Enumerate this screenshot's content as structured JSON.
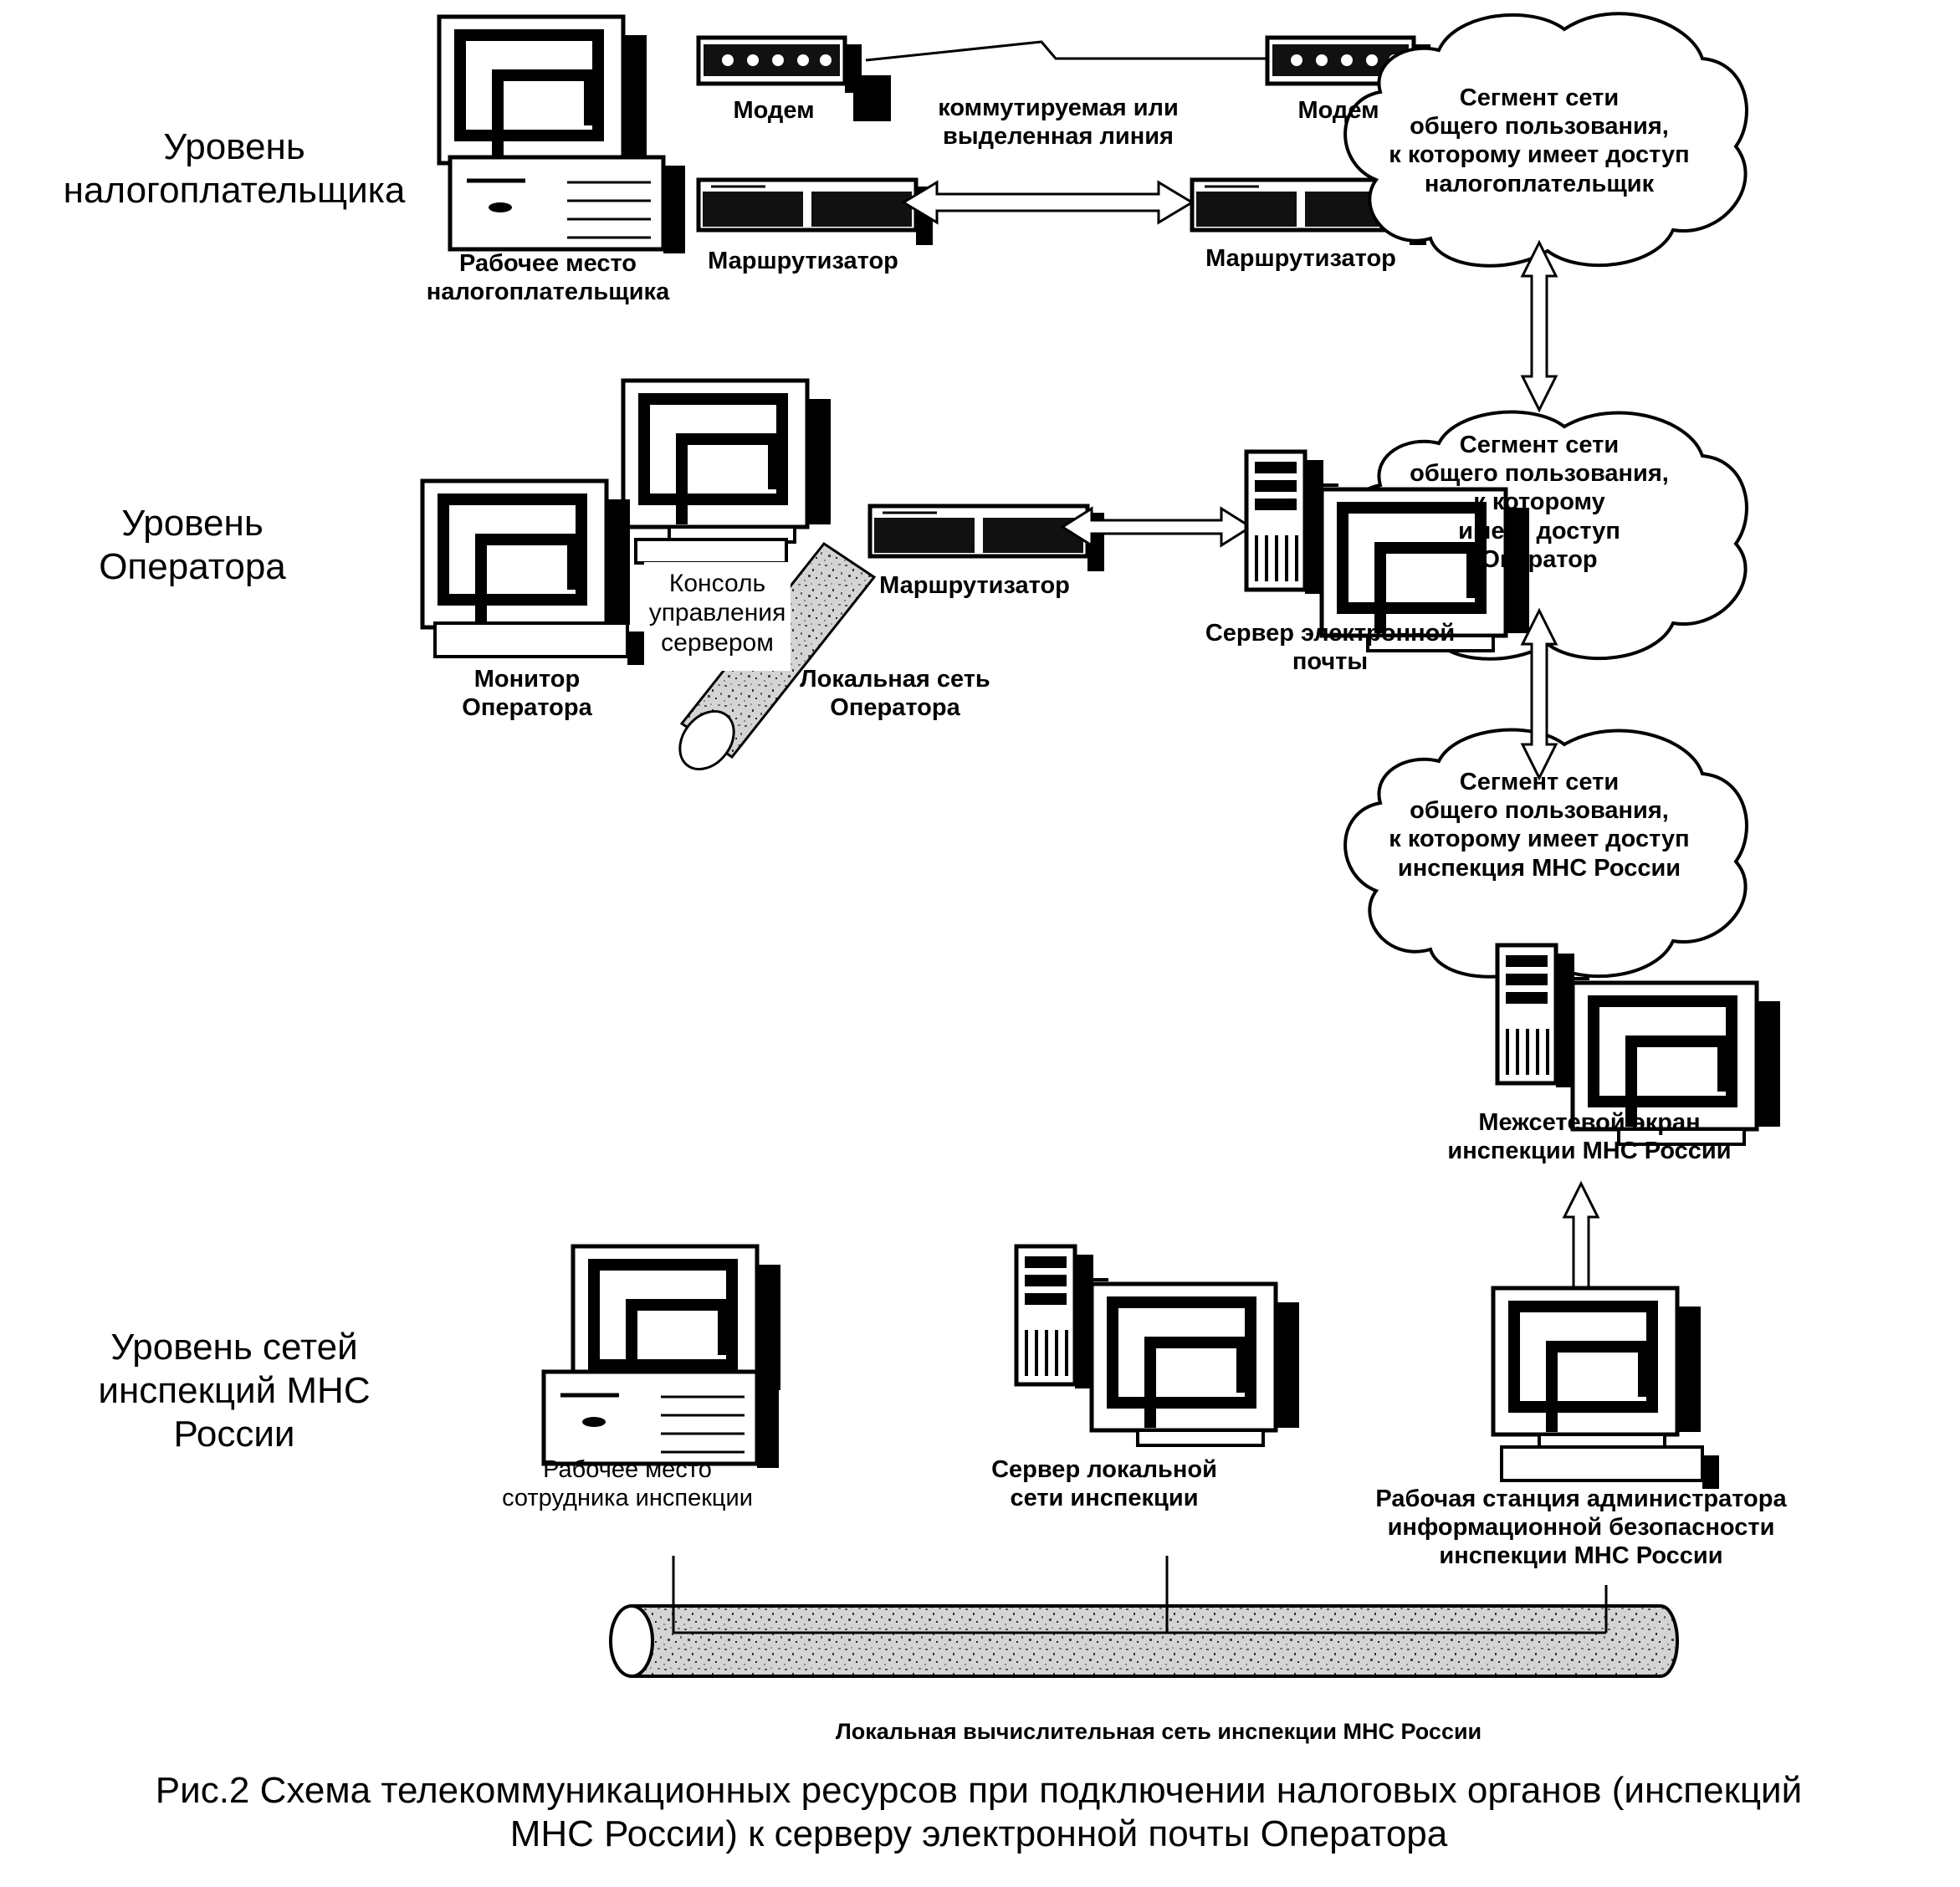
{
  "levels": {
    "taxpayer": [
      "Уровень",
      "налогоплательщика"
    ],
    "operator": [
      "Уровень",
      "Оператора"
    ],
    "inspection": [
      "Уровень сетей",
      "инспекций МНС",
      "России"
    ]
  },
  "labels": {
    "modem_left": "Модем",
    "modem_right": "Модем",
    "line": [
      "коммутируемая или",
      "выделенная линия"
    ],
    "router_left": "Маршрутизатор",
    "router_right": "Маршрутизатор",
    "taxpayer_workstation": [
      "Рабочее место",
      "налогоплательщика"
    ],
    "console": [
      "Консоль",
      "управления",
      "сервером"
    ],
    "router_operator": "Маршрутизатор",
    "operator_monitor": [
      "Монитор",
      "Оператора"
    ],
    "operator_lan": [
      "Локальная сеть",
      "Оператора"
    ],
    "mail_server": [
      "Сервер электронной",
      "почты"
    ],
    "firewall": [
      "Межсетевой экран",
      "инспекции МНС России"
    ],
    "employee_workstation": [
      "Рабочее место",
      "сотрудника инспекции"
    ],
    "lan_server": [
      "Сервер локальной",
      "сети инспекции"
    ],
    "admin_workstation": [
      "Рабочая станция  администратора",
      "информационной безопасности",
      "инспекции МНС России"
    ],
    "inspection_lan": "Локальная вычислительная сеть  инспекции  МНС России"
  },
  "clouds": {
    "taxpayer": [
      "Сегмент сети",
      "общего пользования,",
      "к которому имеет доступ",
      "налогоплательщик"
    ],
    "operator": [
      "Сегмент сети",
      "общего пользования,",
      "к которому",
      "имеет доступ",
      "Оператор"
    ],
    "inspection": [
      "Сегмент сети",
      "общего пользования,",
      "к которому имеет доступ",
      "инспекция МНС России"
    ]
  },
  "caption": [
    "Рис.2  Схема телекоммуникационных ресурсов при подключении налоговых органов (инспекций",
    "МНС России) к  серверу электронной почты Оператора"
  ]
}
